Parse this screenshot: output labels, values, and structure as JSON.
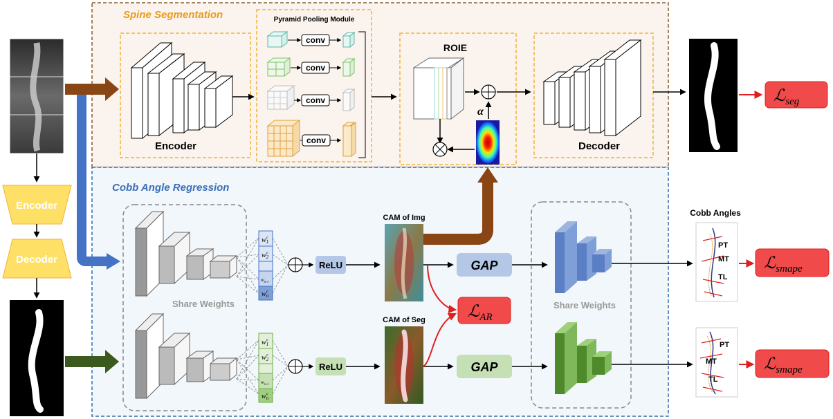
{
  "segmentation": {
    "title": "Spine Segmentation",
    "encoder_label": "Encoder",
    "ppm_title": "Pyramid Pooling Module",
    "conv_label": "conv",
    "roie_label": "ROIE",
    "alpha": "α",
    "decoder_label": "Decoder",
    "loss_prefix": "ℒ",
    "loss_sub": "seg"
  },
  "left": {
    "encoder_label": "Encoder",
    "decoder_label": "Decoder"
  },
  "regression": {
    "title": "Cobb Angle Regression",
    "share_weights": "Share Weights",
    "share_weights_2": "Share Weights",
    "relu": "ReLU",
    "gap": "GAP",
    "cam_img": "CAM of Img",
    "cam_seg": "CAM of Seg",
    "loss_ar_prefix": "ℒ",
    "loss_ar_sub": "AR",
    "loss_smape_prefix": "ℒ",
    "loss_smape_sub": "smape",
    "cobb_title": "Cobb Angles",
    "pt": "PT",
    "mt": "MT",
    "tl": "TL",
    "w1": "w",
    "w1_sub": "1",
    "w2": "w",
    "w2_sub": "2",
    "wn1": "w",
    "wn1_sub": "n-1",
    "wn": "w",
    "wn_sub": "n",
    "w_sup": "c"
  },
  "colors": {
    "seg_border": "#8b5a2b",
    "seg_fill": "#fbf4ee",
    "reg_border": "#2e6db4",
    "reg_fill": "#f2f7fb",
    "yellow_dash": "#f2b233",
    "brown_arrow": "#8a4514",
    "blue_arrow": "#4472c4",
    "green_arrow": "#3d5a1e",
    "loss_red": "#f04a4a",
    "relu_blue": "#b4c7e7",
    "relu_green": "#c5e0b4",
    "module_yellow": "#ffe699"
  }
}
